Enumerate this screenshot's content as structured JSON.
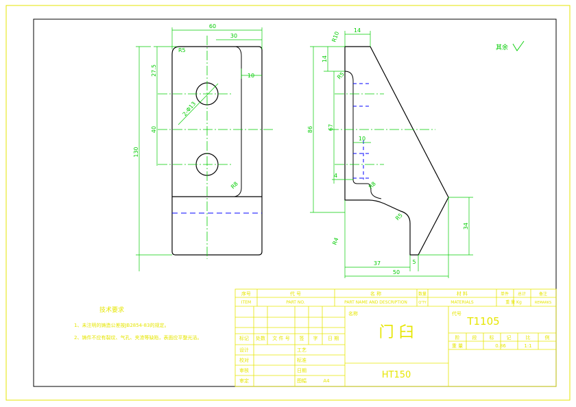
{
  "drawing": {
    "part_name": "门 臼",
    "part_number": "T1105",
    "material": "HT150",
    "scale": "1:1",
    "weight": "0.86",
    "surface_finish_note": "其余",
    "sheet_size": "A4"
  },
  "tech_requirements": {
    "title": "技术要求",
    "items": [
      "1、未注明的铸造公差按JB2854-83的规定。",
      "2、铸件不应有裂纹、气孔、夹渣等缺陷，表面应平整光洁。"
    ]
  },
  "dimensions": {
    "front": {
      "overall_width": "60",
      "upper_width": "30",
      "right_offset": "10",
      "top_to_hole": "27.5",
      "hole_spacing": "40",
      "overall_height": "130",
      "holes": "2-Φ13",
      "radius_top": "R5",
      "radius_bottom": "R8"
    },
    "side": {
      "top_thickness": "14",
      "top_radius": "R10",
      "left_height": "14",
      "radius_mid": "R5",
      "overall_height": "86",
      "inner_height": "67",
      "web_thickness": "10",
      "small_offset": "4",
      "inner_radius": "R8",
      "foot_radius": "R5",
      "bottom_radius": "R4",
      "foot_height": "34",
      "foot_width": "37",
      "foot_step": "5",
      "overall_width": "50"
    }
  },
  "title_block": {
    "header": {
      "item_no_cn": "序号",
      "item_no_en": "ITEM",
      "part_no_cn": "代  号",
      "part_no_en": "PART NO.",
      "name_cn": "名  称",
      "name_en": "PART NAME AND DESCRIPTION",
      "qty_cn": "数量",
      "qty_en": "Q'TY",
      "material_cn": "材  料",
      "material_en": "MATERIALS",
      "unit_weight": "单件",
      "total_weight": "总计",
      "weight_row": "重 量 Kg",
      "remarks_cn": "备注",
      "remarks_en": "REMARKS"
    },
    "revision_cols": [
      "标记",
      "处数",
      "文 件 号",
      "签",
      "字",
      "日 期"
    ],
    "approval_rows": [
      {
        "role": "设计",
        "role2": "工艺"
      },
      {
        "role": "校对",
        "role2": "标准"
      },
      {
        "role": "审核",
        "role2": "日期"
      },
      {
        "role": "审定",
        "role2": "图幅"
      }
    ],
    "name_label": "名称",
    "code_label": "代号",
    "stage_labels": [
      "阶",
      "段",
      "标",
      "记",
      "比",
      "例"
    ],
    "weight_label": "重  量"
  }
}
